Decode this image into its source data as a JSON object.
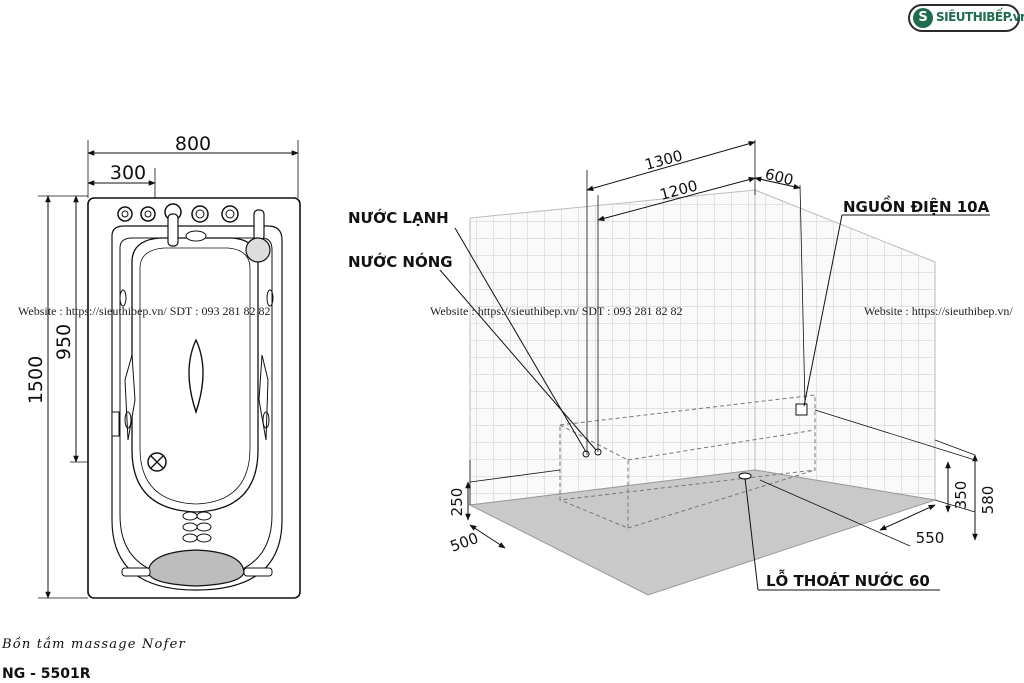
{
  "brand": {
    "logo_text": "SIÊUTHIBẾP.vn",
    "accent_color": "#1e6e4e"
  },
  "watermarks": [
    "Website : https://sieuthibep.vn/    SDT : 093 281 82 82",
    "Website : https://sieuthibep.vn/ SDT : 093 281 82 82",
    "Website : https://sieuthibep.vn/"
  ],
  "caption": "Bồn tắm massage Nofer",
  "model": "NG - 5501R",
  "top_view": {
    "width_dim": "800",
    "offset_dim": "300",
    "length_dim": "1500",
    "drain_dim": "950"
  },
  "install_view": {
    "dim_1300": "1300",
    "dim_1200": "1200",
    "dim_600": "600",
    "dim_250": "250",
    "dim_500": "500",
    "dim_350": "350",
    "dim_580": "580",
    "dim_550": "550",
    "label_cold": "NƯỚC LẠNH",
    "label_hot": "NƯỚC NÓNG",
    "label_power": "NGUỒN ĐIỆN 10A",
    "label_drain": "LỖ THOÁT NƯỚC  60"
  }
}
